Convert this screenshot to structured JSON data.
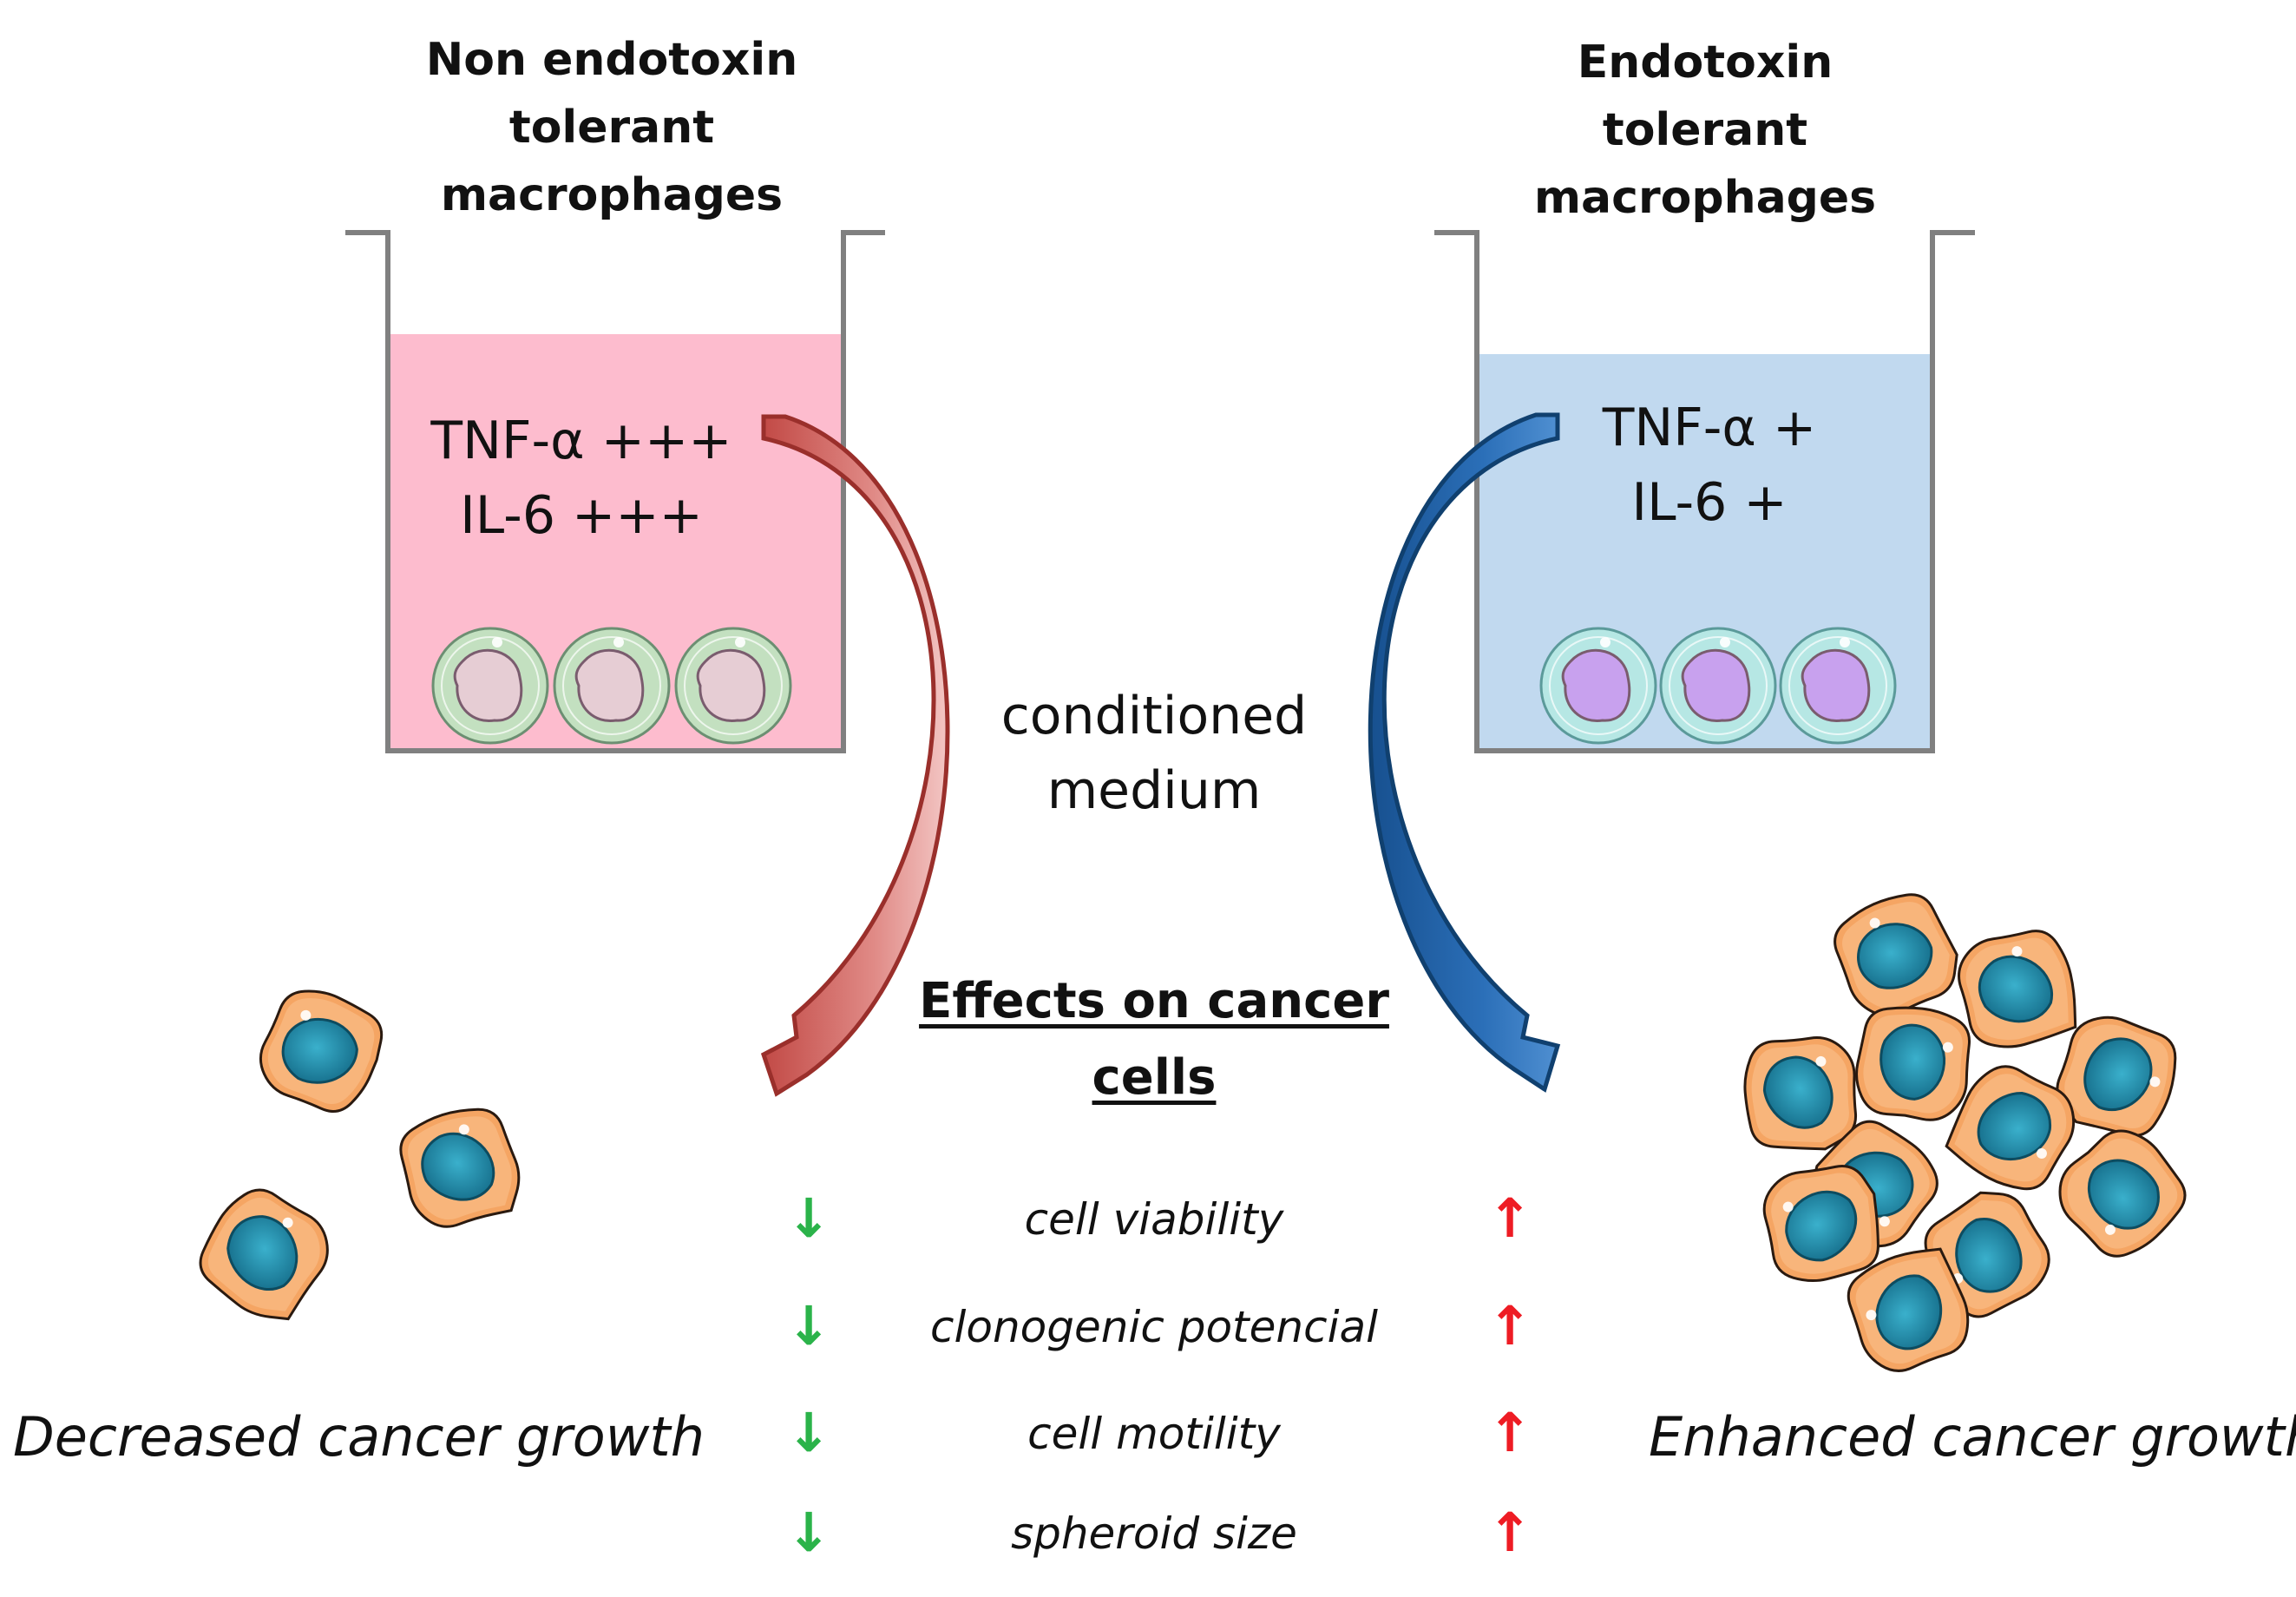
{
  "left_well": {
    "title": "Non endotoxin tolerant macrophages",
    "title_lines": [
      "Non endotoxin",
      "tolerant",
      "macrophages"
    ],
    "cytokines": [
      "TNF-α +++",
      "IL-6 +++"
    ],
    "fill_color": "#fdbcce",
    "cell_color": "#c3e0c0",
    "nucleus_color": "#e6cdd4"
  },
  "right_well": {
    "title": "Endotoxin tolerant macrophages",
    "title_lines": [
      "Endotoxin",
      "tolerant",
      "macrophages"
    ],
    "cytokines": [
      "TNF-α +",
      "IL-6 +"
    ],
    "fill_color": "#c1d9ef",
    "cell_color": "#b6e7e4",
    "nucleus_color": "#c8a1ee"
  },
  "transfer_label": [
    "conditioned",
    "medium"
  ],
  "effects_title": [
    "Effects on cancer",
    "cells"
  ],
  "effects": [
    {
      "label": "cell viability",
      "left": "↓",
      "right": "↑"
    },
    {
      "label": "clonogenic potencial",
      "left": "↓",
      "right": "↑"
    },
    {
      "label": "cell motility",
      "left": "↓",
      "right": "↑"
    },
    {
      "label": "spheroid size",
      "left": "↓",
      "right": "↑"
    }
  ],
  "outcomes": {
    "left": "Decreased cancer growth",
    "right": "Enhanced cancer growth"
  },
  "colors": {
    "left_arrow": "#b8423e",
    "right_arrow": "#1e5a9c",
    "down_arrow": "#2bb34a",
    "up_arrow": "#ee1c24",
    "cancer_cell": "#f5a563",
    "cancer_nucleus": "#1f8fb0"
  }
}
